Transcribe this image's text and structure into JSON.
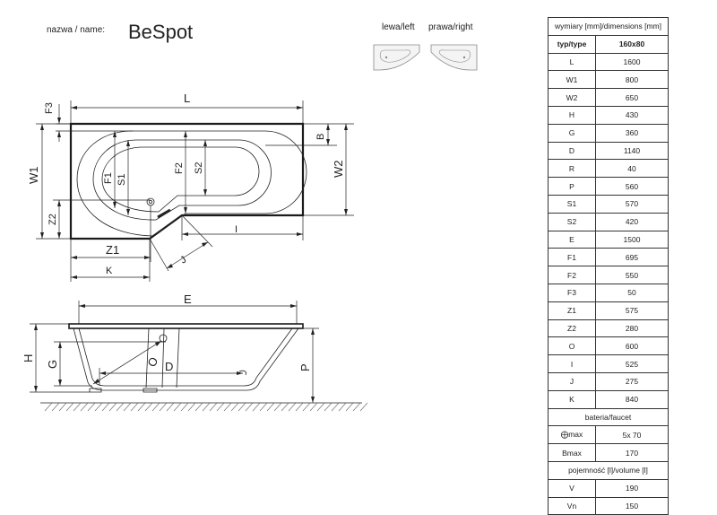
{
  "header": {
    "name_label": "nazwa / name:",
    "product_name": "BeSpot",
    "left_label": "lewa/left",
    "right_label": "prawa/right"
  },
  "drawing_labels": {
    "L": "L",
    "F3": "F3",
    "W1": "W1",
    "B": "B",
    "W2": "W2",
    "F1": "F1",
    "S1": "S1",
    "F2": "F2",
    "S2": "S2",
    "Z2": "Z2",
    "Z1": "Z1",
    "K": "K",
    "I": "I",
    "J": "J",
    "E": "E",
    "H": "H",
    "G": "G",
    "O": "O",
    "D": "D",
    "P": "P"
  },
  "spec_table": {
    "title": "wymiary [mm]/dimensions [mm]",
    "type_label": "typ/type",
    "type_value": "160x80",
    "rows": [
      {
        "key": "L",
        "value": "1600"
      },
      {
        "key": "W1",
        "value": "800"
      },
      {
        "key": "W2",
        "value": "650"
      },
      {
        "key": "H",
        "value": "430"
      },
      {
        "key": "G",
        "value": "360"
      },
      {
        "key": "D",
        "value": "1140"
      },
      {
        "key": "R",
        "value": "40"
      },
      {
        "key": "P",
        "value": "560"
      },
      {
        "key": "S1",
        "value": "570"
      },
      {
        "key": "S2",
        "value": "420"
      },
      {
        "key": "E",
        "value": "1500"
      },
      {
        "key": "F1",
        "value": "695"
      },
      {
        "key": "F2",
        "value": "550"
      },
      {
        "key": "F3",
        "value": "50"
      },
      {
        "key": "Z1",
        "value": "575"
      },
      {
        "key": "Z2",
        "value": "280"
      },
      {
        "key": "O",
        "value": "600"
      },
      {
        "key": "I",
        "value": "525"
      },
      {
        "key": "J",
        "value": "275"
      },
      {
        "key": "K",
        "value": "840"
      }
    ],
    "faucet_title": "bateria/faucet",
    "faucet_rows": [
      {
        "key": "⨁max",
        "value": "5x 70"
      },
      {
        "key": "Bmax",
        "value": "170"
      }
    ],
    "volume_title": "pojemność [l]/volume [l]",
    "volume_rows": [
      {
        "key": "V",
        "value": "190"
      },
      {
        "key": "Vn",
        "value": "150"
      }
    ]
  }
}
